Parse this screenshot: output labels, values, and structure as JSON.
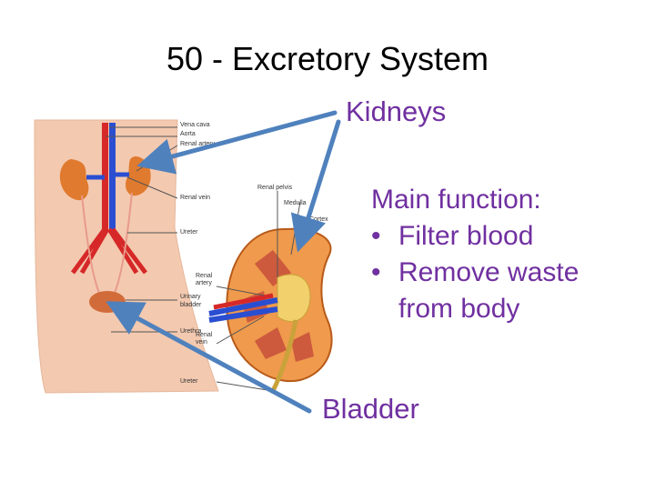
{
  "slide": {
    "title": "50 - Excretory System"
  },
  "labels": {
    "kidneys": "Kidneys",
    "bladder": "Bladder"
  },
  "function_box": {
    "heading": "Main function:",
    "bullet_glyph": "•",
    "items": [
      "Filter blood",
      "Remove waste",
      "from body"
    ]
  },
  "anatomy_figure": {
    "body_labels": [
      "Vena cava",
      "Aorta",
      "Renal artery",
      "Renal vein",
      "Ureter",
      "Urinary bladder",
      "Urethra"
    ],
    "kidney_labels": [
      "Renal pelvis",
      "Medulla",
      "Cortex",
      "Renal artery",
      "Renal vein",
      "Ureter"
    ]
  },
  "colors": {
    "label_purple": "#7030a0",
    "arrow_blue": "#4f81bd",
    "skin": "#f3c9b0",
    "kidney": "#e07a2e",
    "artery": "#d62828",
    "vein": "#2a4ed1"
  }
}
